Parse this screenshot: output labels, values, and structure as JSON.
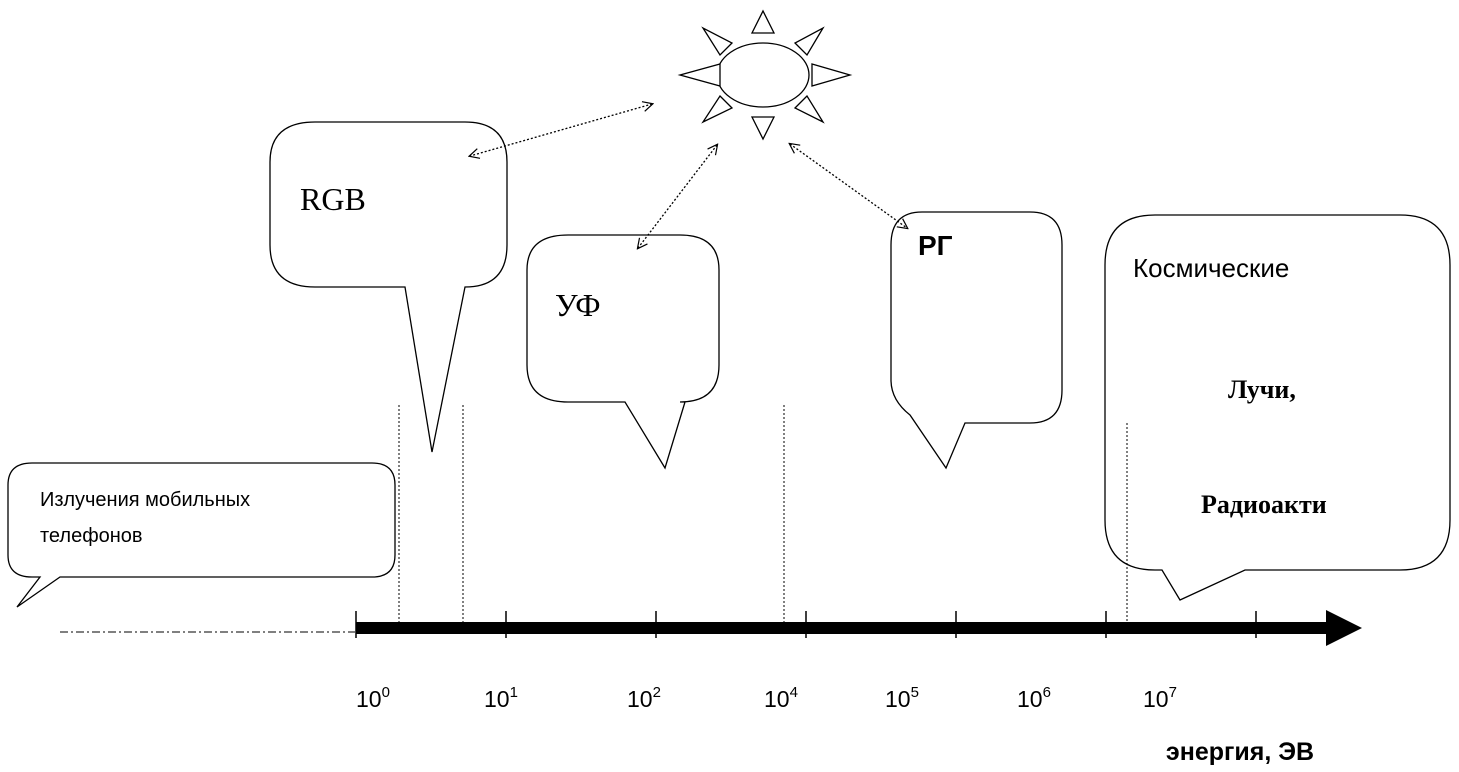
{
  "bubbles": {
    "mobile": {
      "line1": "Излучения мобильных",
      "line2": "телефонов"
    },
    "rgb": {
      "label": "RGB"
    },
    "uv": {
      "label": "УФ"
    },
    "xray": {
      "label": "РГ"
    },
    "cosmic": {
      "line1": "Космические",
      "line2": "Лучи,",
      "line3": "Радиоакти"
    }
  },
  "axis": {
    "title": "энергия, ЭВ",
    "ticks": [
      {
        "base": "10",
        "exp": "0"
      },
      {
        "base": "10",
        "exp": "1"
      },
      {
        "base": "10",
        "exp": "2"
      },
      {
        "base": "10",
        "exp": "4"
      },
      {
        "base": "10",
        "exp": "5"
      },
      {
        "base": "10",
        "exp": "6"
      },
      {
        "base": "10",
        "exp": "7"
      }
    ]
  }
}
